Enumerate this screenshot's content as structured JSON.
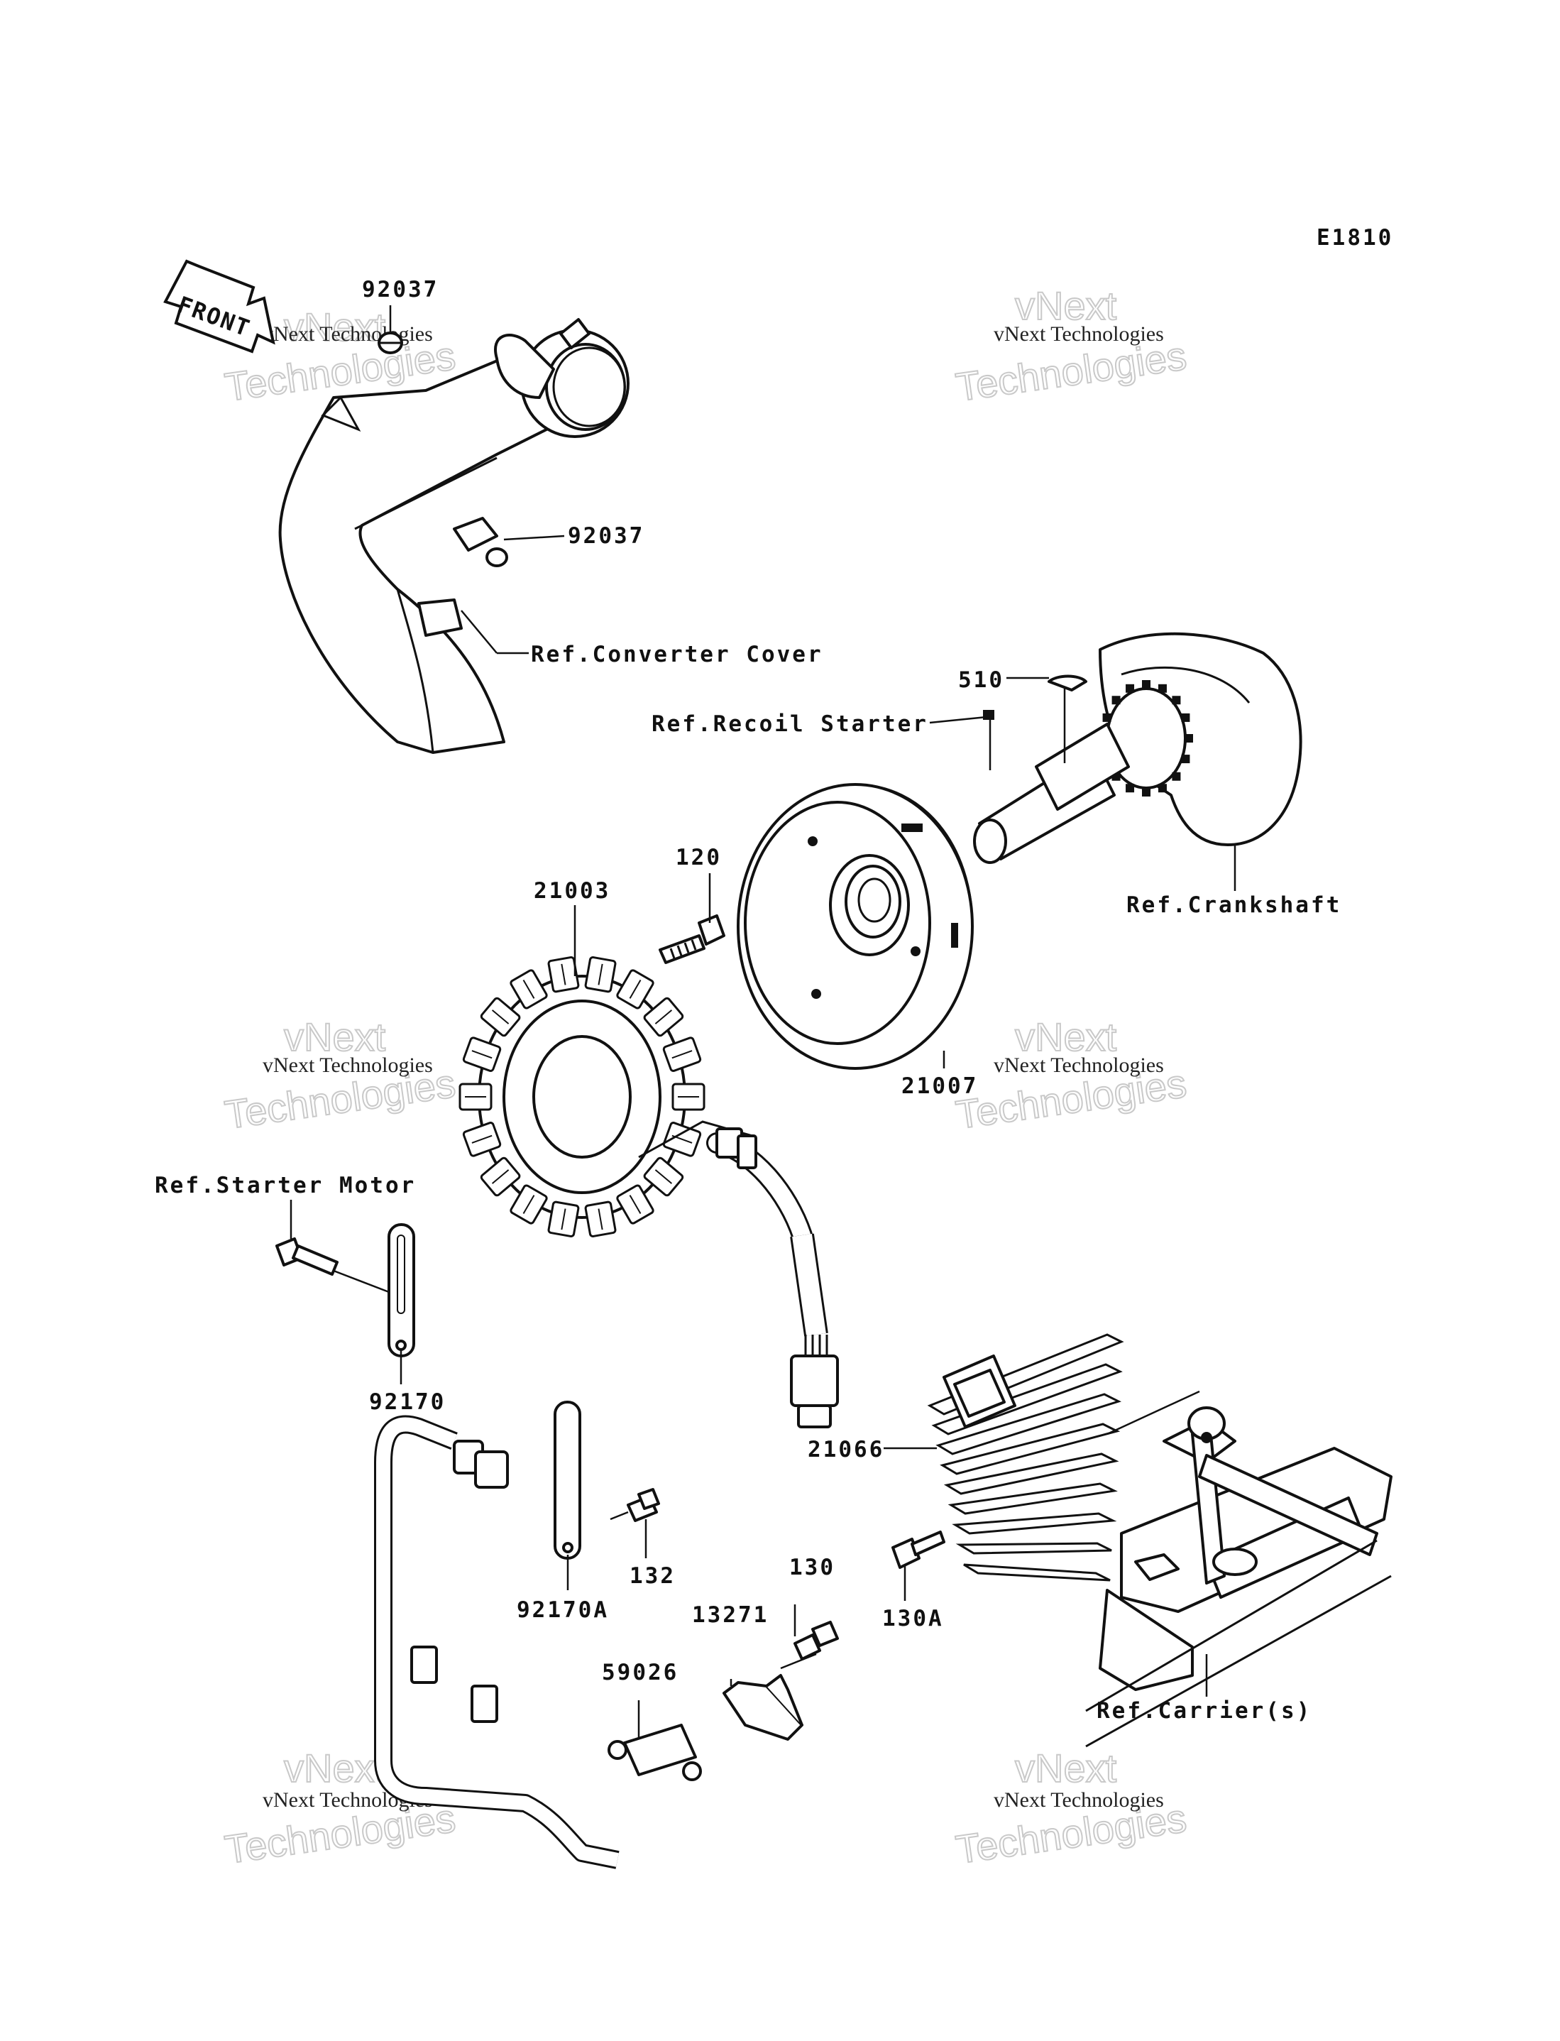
{
  "diagram": {
    "code": "E1810",
    "front_label": "FRONT",
    "parts": {
      "p92037_top": "92037",
      "p92037_mid": "92037",
      "p510": "510",
      "p120": "120",
      "p21003": "21003",
      "p21007": "21007",
      "p92170": "92170",
      "p92170a": "92170A",
      "p132": "132",
      "p130": "130",
      "p13271": "13271",
      "p59026": "59026",
      "p21066": "21066",
      "p130a": "130A"
    },
    "references": {
      "converter_cover": "Ref.Converter Cover",
      "recoil_starter": "Ref.Recoil Starter",
      "crankshaft": "Ref.Crankshaft",
      "starter_motor": "Ref.Starter Motor",
      "carriers": "Ref.Carrier(s)"
    },
    "watermark": {
      "line1": "vNext Technologies",
      "line2": "vNext",
      "line3": "Technologies"
    }
  }
}
